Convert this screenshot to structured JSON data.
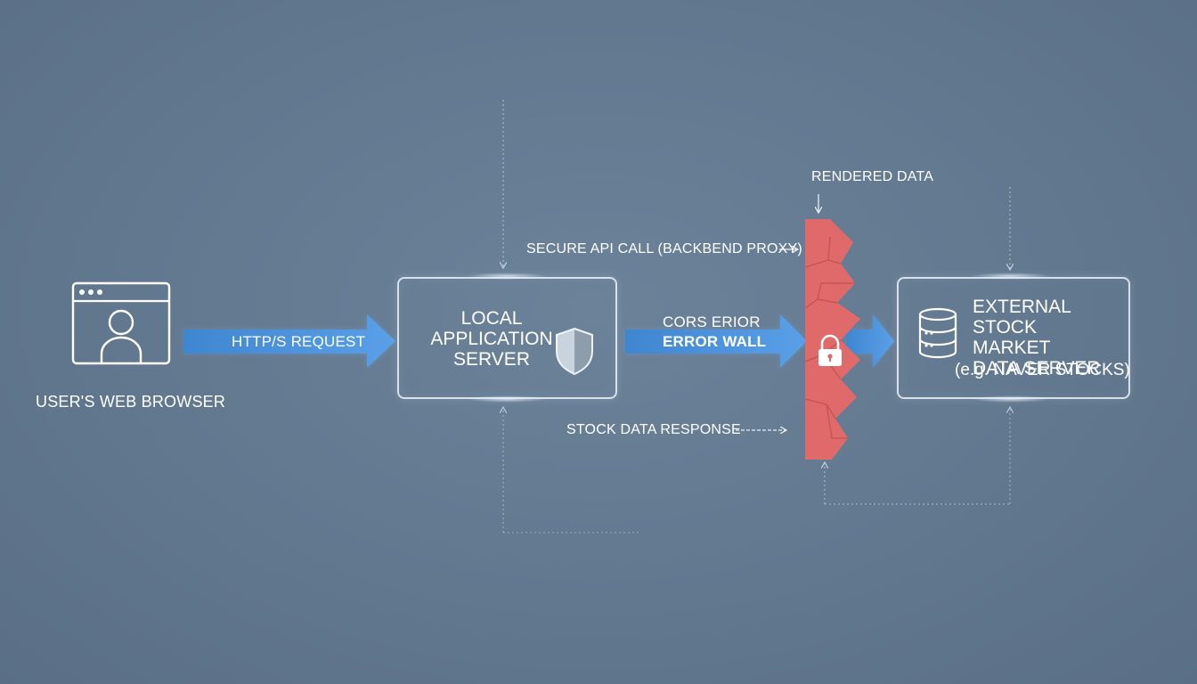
{
  "browser": {
    "label": "USER'S WEB BROWSER"
  },
  "request_arrow": {
    "label": "HTTP/S REQUEST"
  },
  "local_server": {
    "title_lines": [
      "LOCAL",
      "APPLICATION",
      "SERVER"
    ]
  },
  "cors_arrow": {
    "line1": "CORS ERIOR",
    "line2": "ERROR WALL"
  },
  "external_server": {
    "title_lines": [
      "EXTERNAL",
      "STOCK MARKET",
      "DATA SERVER"
    ],
    "subtitle": "(e.g. NAVER STOCKS)"
  },
  "annotations": {
    "secure_api_call": "SECURE API CALL (BACKBEND PROXY)",
    "rendered_data": "RENDERED DATA",
    "stock_data_response": "STOCK DATA RESPONSE"
  },
  "icons": {
    "browser": "browser-user-icon",
    "shield": "shield-icon",
    "lock": "lock-icon",
    "database": "database-icon"
  },
  "colors": {
    "background": "#62788f",
    "arrow_blue": "#4a8fd6",
    "wall_red": "#e06a6a",
    "box_border": "#ebf2fa",
    "text": "#ffffff"
  }
}
